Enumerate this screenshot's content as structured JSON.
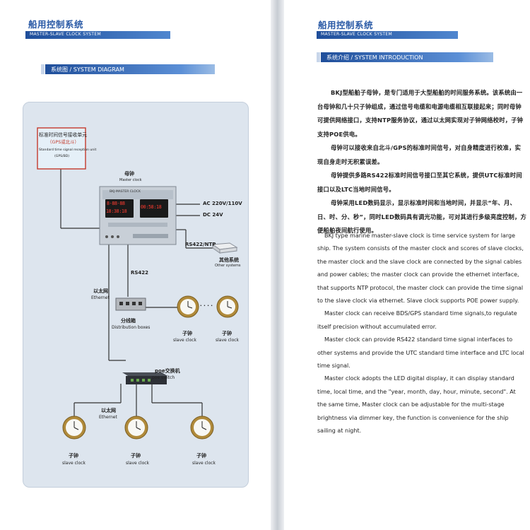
{
  "brand": {
    "title": "船用控制系统",
    "subtitle": "MASTER-SLAVE CLOCK SYSTEM"
  },
  "left": {
    "section": {
      "title": "系统图 / SYSTEM DIAGRAM"
    },
    "diagram": {
      "reception_unit_zh": "标准时间信号接收单元",
      "reception_unit_zh2": "（GPS或北斗）",
      "reception_unit_en": "Standard time signal reception unit",
      "reception_unit_en2": "(GPS/BD)",
      "master_zh": "母钟",
      "master_en": "Master clock",
      "ac": "AC  220V/110V",
      "dc": "DC  24V",
      "rs422_ntp": "RS422/NTP",
      "other_zh": "其他系统",
      "other_en": "Other systems",
      "rs422": "RS422",
      "ethernet_zh": "以太网",
      "ethernet_en": "Ethernet",
      "dist_zh": "分线箱",
      "dist_en": "Distribution boxes",
      "dots": "· · · ·",
      "slave_zh": "子钟",
      "slave_en": "slave clock",
      "poe_zh": "poe交换机",
      "poe_en": "poe switch",
      "ethernet2_zh": "以太网",
      "ethernet2_en": "Ethernet",
      "display_1": "8-88-88",
      "display_2": "18:38:18",
      "display_3": "00:58:18",
      "panel_text": "BKJ-MASTER CLOCK"
    }
  },
  "right": {
    "section": {
      "title": "系统介绍 / SYSTEM INTRODUCTION"
    },
    "cn_paragraphs": [
      "BKJ型船舶子母钟，是专门适用于大型船舶的时间服务系统。该系统由一台母钟和几十只子钟组成，通过信号电缆和电源电缆相互联接起来；同时母钟可提供网络接口，支持NTP服务协议，通过以太网实现对子钟网络校时，子钟支持POE供电。",
      "母钟可以接收来自北斗/GPS的标准时间信号，对自身精度进行校准，实现自身走时无积累误差。",
      "母钟提供多路RS422标准时间信号接口至其它系统，提供UTC标准时间接口以及LTC当地时间信号。",
      "母钟采用LED数码显示，显示标准时间和当地时间，并显示“年、月、日、时、分、秒”，同时LED数码具有调光功能，可对其进行多级亮度控制，方便船舶夜间航行使用。"
    ],
    "en_paragraphs": [
      "BKJ type marine master-slave clock is time service system for large ship. The system consists of the master clock and scores of slave clocks, the master clock and the slave clock are connected by the signal cables and power cables; the master clock can provide the ethernet interface, that supports NTP protocol, the master clock can provide the time signal to the slave clock via ethernet. Slave clock supports POE power supply.",
      "Master clock can receive BDS/GPS standard time signals,to regulate itself precision without accumulated error.",
      "Master clock can provide RS422 standard time signal interfaces to other systems and provide the UTC standard time interface and LTC local time signal.",
      "Master clock adopts the LED digital display, it can display standard time, local time, and the \"year, month, day, hour, minute, second\". At the same time, Master clock can be adjustable for the multi-stage brightness via dimmer key, the function is convenience for the ship sailing at night."
    ]
  },
  "colors": {
    "brand_blue": "#2a5aa6",
    "bar_blue": "#1f4e9a",
    "panel_bg": "#dde5ee",
    "led_red": "#ff3b2f",
    "brass": "#b08a3a"
  }
}
